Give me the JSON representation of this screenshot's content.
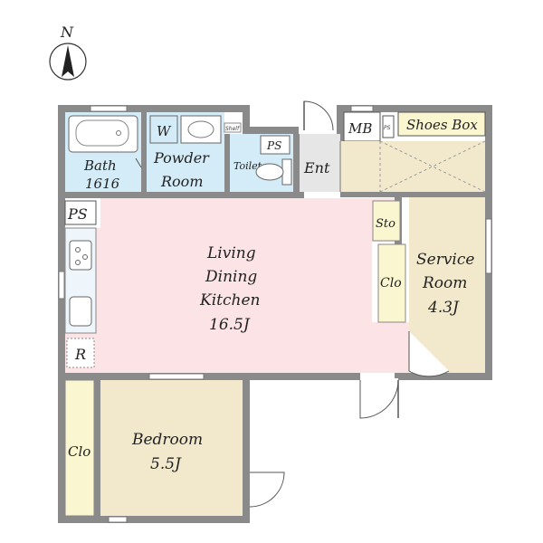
{
  "compass": {
    "label": "N"
  },
  "rooms": {
    "bath": {
      "name": "Bath",
      "size": "1616",
      "color": "#d4ecf7"
    },
    "powder": {
      "line1": "Powder",
      "line2": "Room",
      "washer": "W",
      "shelf": "Shelf",
      "color": "#d4ecf7"
    },
    "toilet": {
      "name": "Toilet",
      "ps": "PS",
      "color": "#d4ecf7"
    },
    "entrance": {
      "name": "Ent",
      "color": "#e6e6e6"
    },
    "mb": {
      "name": "MB"
    },
    "small_ps": {
      "name": "PS"
    },
    "shoes_box": {
      "name": "Shoes Box",
      "color": "#faf6cf"
    },
    "ldk": {
      "line1": "Living",
      "line2": "Dining",
      "line3": "Kitchen",
      "size": "16.5J",
      "color": "#fbe3e6"
    },
    "kitchen_ps": {
      "name": "PS"
    },
    "fridge": {
      "name": "R"
    },
    "sto": {
      "name": "Sto",
      "color": "#faf6cf"
    },
    "service_room": {
      "line1": "Service",
      "line2": "Room",
      "size": "4.3J",
      "color": "#f2e9cd"
    },
    "service_clo": {
      "name": "Clo",
      "color": "#faf6cf"
    },
    "bedroom": {
      "name": "Bedroom",
      "size": "5.5J",
      "color": "#f2e9cd"
    },
    "bedroom_clo": {
      "name": "Clo",
      "color": "#faf6cf"
    }
  }
}
